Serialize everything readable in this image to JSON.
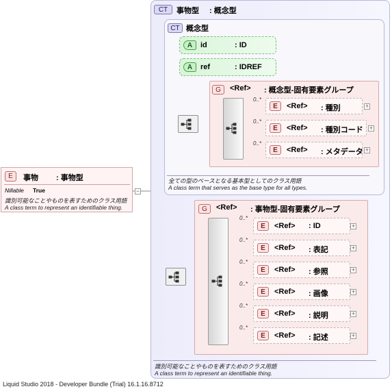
{
  "root": {
    "tag": "E",
    "name": "事物",
    "type": ": 事物型",
    "nillable_label": "Nillable",
    "nillable_value": "True",
    "desc_ja": "識別可能なことやものを表すためのクラス用語",
    "desc_en": "A class term to represent an identifiable thing."
  },
  "complex_type": {
    "tag": "CT",
    "name": "事物型",
    "base": ": 概念型",
    "desc_ja": "識別可能なことやものを表すためのクラス用語",
    "desc_en": "A class term to represent an identifiable thing."
  },
  "base_type": {
    "tag": "CT",
    "name": "概念型",
    "desc_ja": "全ての型のベースとなる基本型としてのクラス用語",
    "desc_en": "A class term that serves as the base type for all types.",
    "attributes": [
      {
        "tag": "A",
        "name": "id",
        "type": ": ID"
      },
      {
        "tag": "A",
        "name": "ref",
        "type": ": IDREF"
      }
    ],
    "group": {
      "tag": "G",
      "ref": "<Ref>",
      "name": ": 概念型-固有要素グループ",
      "elements": [
        {
          "tag": "E",
          "mult": "0..*",
          "ref": "<Ref>",
          "name": ": 種別"
        },
        {
          "tag": "E",
          "mult": "0..*",
          "ref": "<Ref>",
          "name": ": 種別コード"
        },
        {
          "tag": "E",
          "mult": "0..*",
          "ref": "<Ref>",
          "name": ": メタデータ"
        }
      ]
    }
  },
  "own_group": {
    "tag": "G",
    "ref": "<Ref>",
    "name": ": 事物型-固有要素グループ",
    "elements": [
      {
        "tag": "E",
        "mult": "0..*",
        "ref": "<Ref>",
        "name": ": ID"
      },
      {
        "tag": "E",
        "mult": "0..*",
        "ref": "<Ref>",
        "name": ": 表記"
      },
      {
        "tag": "E",
        "mult": "0..*",
        "ref": "<Ref>",
        "name": ": 参照"
      },
      {
        "tag": "E",
        "mult": "0..*",
        "ref": "<Ref>",
        "name": ": 画像"
      },
      {
        "tag": "E",
        "mult": "0..*",
        "ref": "<Ref>",
        "name": ": 説明"
      },
      {
        "tag": "E",
        "mult": "0..*",
        "ref": "<Ref>",
        "name": ": 記述"
      }
    ]
  },
  "footer": "Liquid Studio 2018 - Developer Bundle (Trial) 16.1.16.8712"
}
